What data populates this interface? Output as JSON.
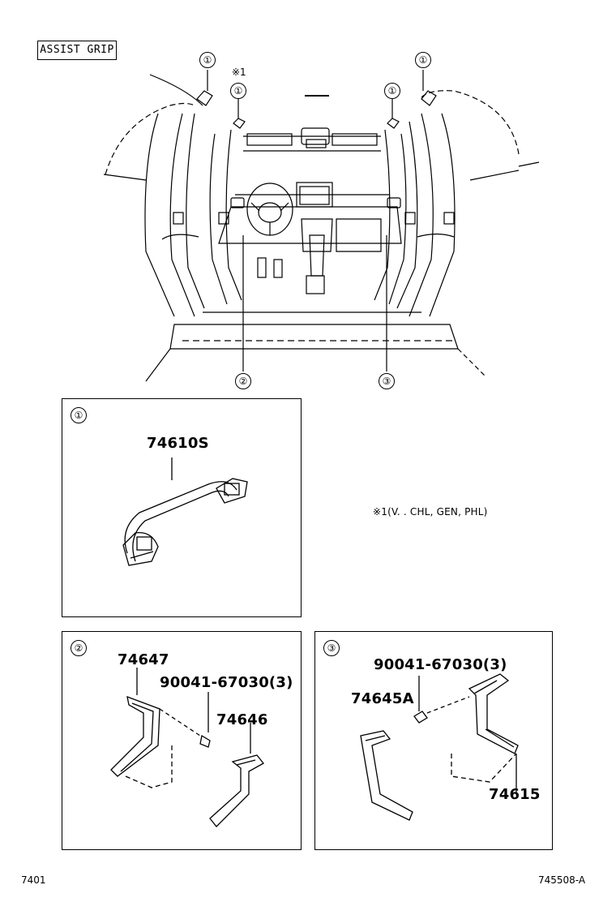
{
  "header": {
    "title": "ASSIST GRIP"
  },
  "overview": {
    "callouts": [
      "①",
      "①",
      "①",
      "①",
      "②",
      "③"
    ],
    "note_mark": "※1"
  },
  "panels": {
    "p1": {
      "num": "①",
      "part": "74610S"
    },
    "p2": {
      "num": "②",
      "parts": [
        "74647",
        "90041-67030(3)",
        "74646"
      ]
    },
    "p3": {
      "num": "③",
      "parts": [
        "90041-67030(3)",
        "74645A",
        "74615"
      ]
    }
  },
  "note": {
    "text": "※1(V. . CHL, GEN, PHL)"
  },
  "footer": {
    "left": "7401",
    "right": "745508-A"
  }
}
